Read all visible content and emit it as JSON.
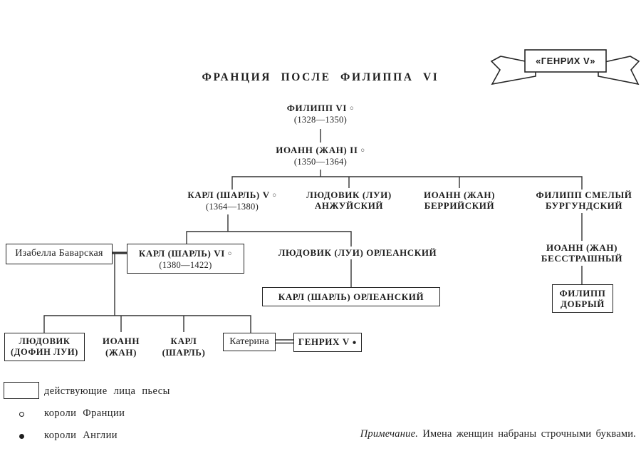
{
  "page": {
    "title": "ФРАНЦИЯ ПОСЛЕ ФИЛИППА VI",
    "banner_label": "«ГЕНРИХ V»"
  },
  "tree": {
    "philip_vi": {
      "name": "ФИЛИПП VI",
      "marker": "○",
      "years": "(1328—1350)"
    },
    "john_ii": {
      "name": "ИОАНН (ЖАН) II",
      "marker": "○",
      "years": "(1350—1364)"
    },
    "charles_v": {
      "name": "КАРЛ (ШАРЛЬ) V",
      "marker": "○",
      "years": "(1364—1380)"
    },
    "louis_anjou": {
      "line1": "ЛЮДОВИК (ЛУИ)",
      "line2": "АНЖУЙСКИЙ"
    },
    "john_berry": {
      "line1": "ИОАНН (ЖАН)",
      "line2": "БЕРРИЙСКИЙ"
    },
    "philip_bold": {
      "line1": "ФИЛИПП СМЕЛЫЙ",
      "line2": "БУРГУНДСКИЙ"
    },
    "isabella": {
      "name": "Изабелла Баварская"
    },
    "charles_vi": {
      "name": "КАРЛ (ШАРЛЬ) VI",
      "marker": "○",
      "years": "(1380—1422)"
    },
    "louis_orleans": {
      "name": "ЛЮДОВИК (ЛУИ) ОРЛЕАНСКИЙ"
    },
    "charles_orleans": {
      "name": "КАРЛ (ШАРЛЬ) ОРЛЕАНСКИЙ"
    },
    "john_fearless": {
      "line1": "ИОАНН (ЖАН)",
      "line2": "БЕССТРАШНЫЙ"
    },
    "philip_good": {
      "line1": "ФИЛИПП",
      "line2": "ДОБРЫЙ"
    },
    "louis_dauphin": {
      "line1": "ЛЮДОВИК",
      "line2": "(ДОФИН ЛУИ)"
    },
    "john_jean": {
      "line1": "ИОАНН",
      "line2": "(ЖАН)"
    },
    "charles_charles": {
      "line1": "КАРЛ",
      "line2": "(ШАРЛЬ)"
    },
    "katherine": {
      "name": "Катерина"
    },
    "henry_v": {
      "name": "ГЕНРИХ V",
      "marker": "●"
    }
  },
  "legend": {
    "box_label": "действующие лица пьесы",
    "france_label": "короли Франции",
    "england_label": "короли Англии"
  },
  "note": {
    "lead": "Примечание.",
    "text": " Имена женщин набраны строчными буквами."
  },
  "colors": {
    "ink": "#1f1f1f",
    "paper": "#ffffff",
    "line": "#333333"
  }
}
